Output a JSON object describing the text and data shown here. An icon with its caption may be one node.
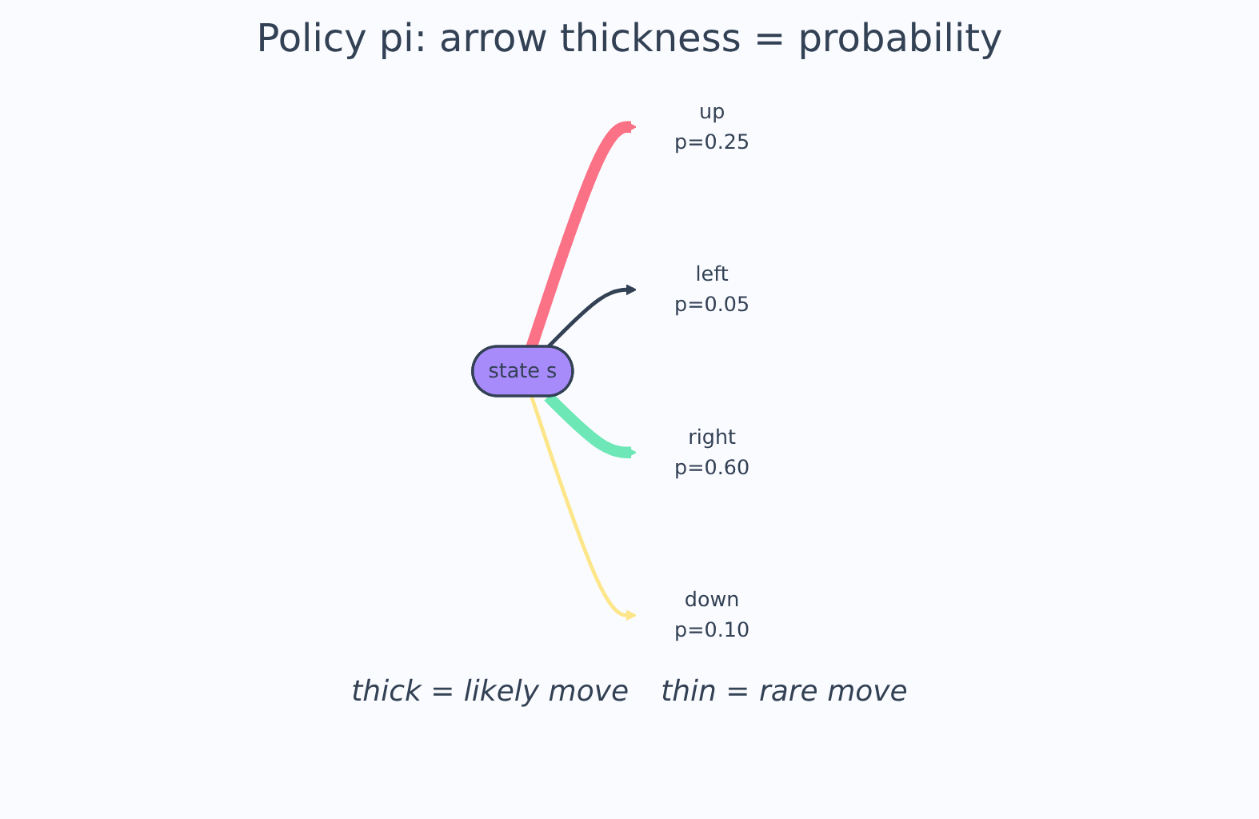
{
  "diagram": {
    "title": "Policy pi: arrow thickness = probability",
    "nodes": [
      {
        "text": [
          "up",
          "p=0.25"
        ]
      },
      {
        "text": [
          "left",
          "p=0.05"
        ]
      },
      {
        "text": [
          "state s"
        ]
      },
      {
        "text": [
          "right",
          "p=0.60"
        ]
      },
      {
        "text": [
          "down",
          "p=0.10"
        ]
      }
    ],
    "edges": [
      {
        "from": 2,
        "to": 0,
        "arrow": "to",
        "style": "thick",
        "color": "#fb7185"
      },
      {
        "from": 2,
        "to": 1,
        "arrow": "to",
        "color": "#334155"
      },
      {
        "from": 2,
        "to": 3,
        "arrow": "to",
        "style": "thick",
        "color": "#6ee7b7"
      },
      {
        "from": 2,
        "to": 4,
        "arrow": "to",
        "color": "#fde68a"
      }
    ],
    "labels": [
      "thick = likely move",
      "thin = rare move"
    ]
  }
}
